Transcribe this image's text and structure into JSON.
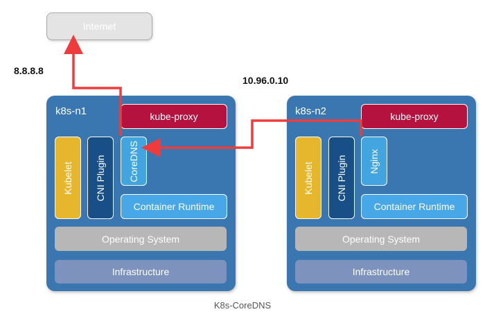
{
  "caption": "K8s-CoreDNS",
  "internet": {
    "label": "Internet"
  },
  "ip_left": "8.8.8.8",
  "ip_right": "10.96.0.10",
  "colors": {
    "node": "#3a77b0",
    "kube_proxy": "#b5123f",
    "kubelet": "#e6b62d",
    "cni_plugin": "#184f86",
    "pod": "#43a5e0",
    "container_runtime": "#48a7e6",
    "operating_system": "#b7b7b7",
    "infrastructure": "#7d92bd",
    "arrow": "#ee3b3b"
  },
  "nodes": [
    {
      "title": "k8s-n1",
      "kube_proxy": "kube-proxy",
      "kubelet": "Kubelet",
      "cni_plugin": "CNI Plugin",
      "pod": "CoreDNS",
      "container_runtime": "Container Runtime",
      "operating_system": "Operating System",
      "infrastructure": "Infrastructure"
    },
    {
      "title": "k8s-n2",
      "kube_proxy": "kube-proxy",
      "kubelet": "Kubelet",
      "cni_plugin": "CNI Plugin",
      "pod": "Nginx",
      "container_runtime": "Container Runtime",
      "operating_system": "Operating System",
      "infrastructure": "Infrastructure"
    }
  ]
}
